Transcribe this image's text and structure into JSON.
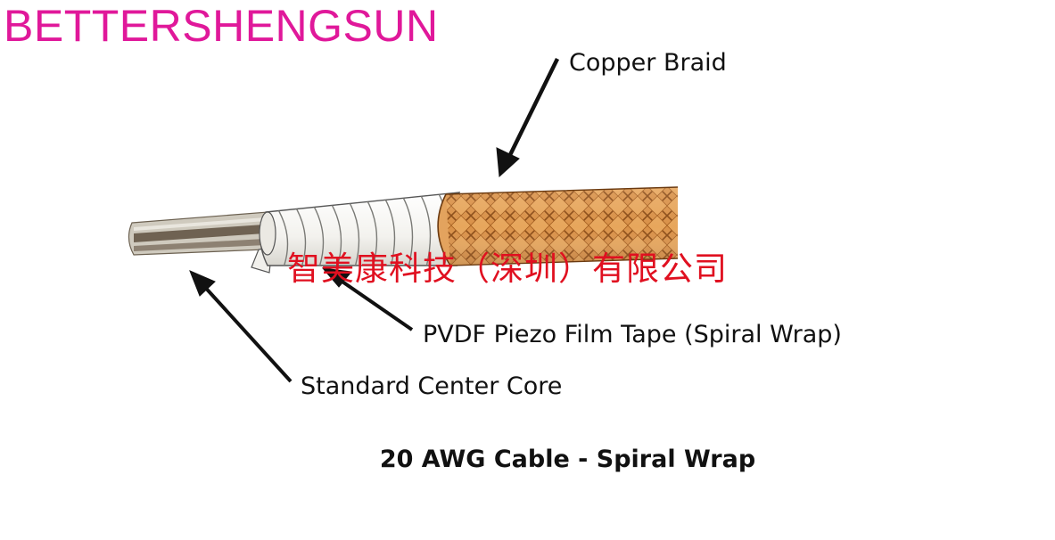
{
  "header": {
    "brand": "BETTERSHENGSUN"
  },
  "diagram": {
    "labels": {
      "copper_braid": "Copper Braid",
      "pvdf_film": "PVDF Piezo Film Tape (Spiral Wrap)",
      "center_core": "Standard Center Core"
    },
    "watermark": "智美康科技（深圳）有限公司",
    "caption": "20 AWG Cable - Spiral Wrap"
  },
  "colors": {
    "brand": "#e0189a",
    "watermark": "#e01020",
    "braid": "#d4883c",
    "braid_dark": "#8a4a14",
    "film": "#f5f5f2",
    "core_light": "#c8c3b6",
    "core_dark": "#6b5e4f"
  }
}
